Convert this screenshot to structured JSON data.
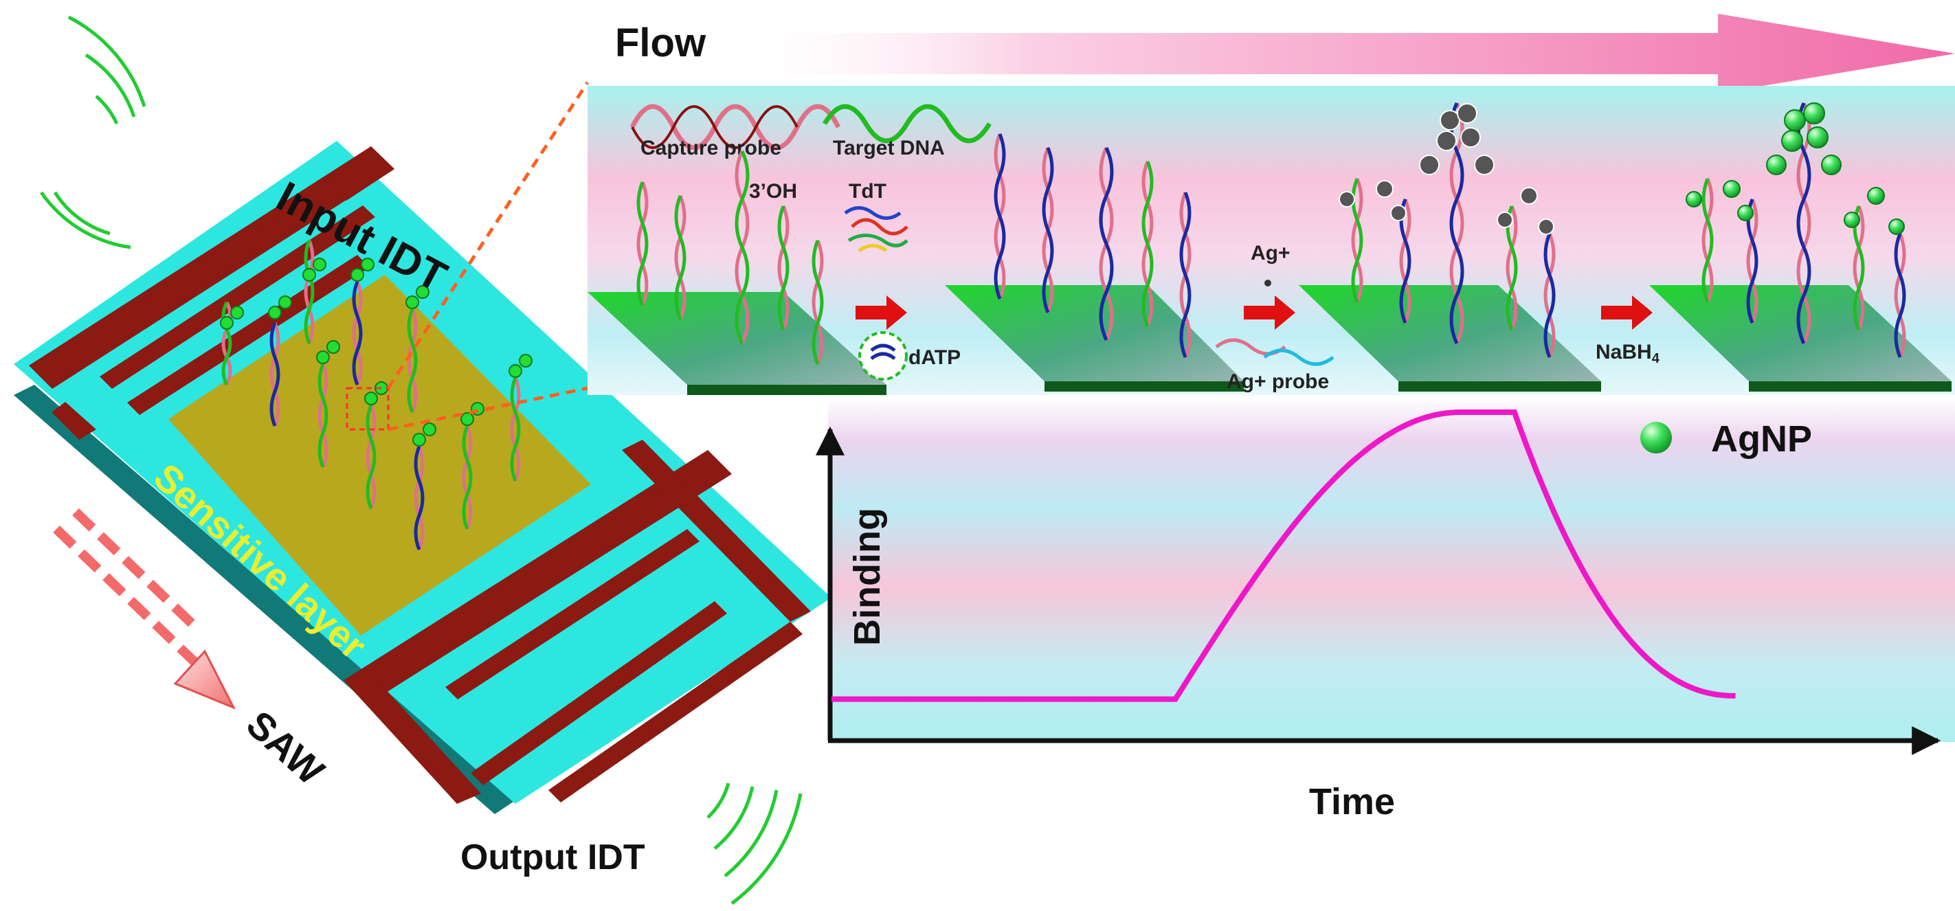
{
  "labels": {
    "flow": "Flow",
    "input_idt": "Input IDT",
    "output_idt": "Output IDT",
    "sensitive_layer": "Sensitive layer",
    "saw": "SAW",
    "capture_probe": "Capture probe",
    "target_dna": "Target DNA",
    "three_oh": "3’OH",
    "tdt": "TdT",
    "datp": "dATP",
    "ag_plus": "Ag+",
    "ag_probe": "Ag+ probe",
    "nabh4_main": "NaBH",
    "nabh4_sub": "4",
    "agnp": "AgNP",
    "binding": "Binding",
    "time": "Time"
  },
  "colors": {
    "substrate": "#2ee6e0",
    "electrode": "#8b1a12",
    "sensitive_layer": "#b8a81e",
    "sensitive_text": "#e8ee30",
    "flow_arrow": "#f06aa8",
    "curve": "#ee18c8",
    "wave": "#22cc33",
    "capture_probe": "#e0708a",
    "target_dna": "#22bb22",
    "strand_blue": "#1a2aa0",
    "agnp": "#22dd33",
    "step_arrow": "#e01010"
  },
  "binding_curve": {
    "baseline": 0.13,
    "rise_start": 0.35,
    "plateau_start": 0.64,
    "plateau": 1.0,
    "decay_end": 0.92,
    "final": 0.14
  }
}
